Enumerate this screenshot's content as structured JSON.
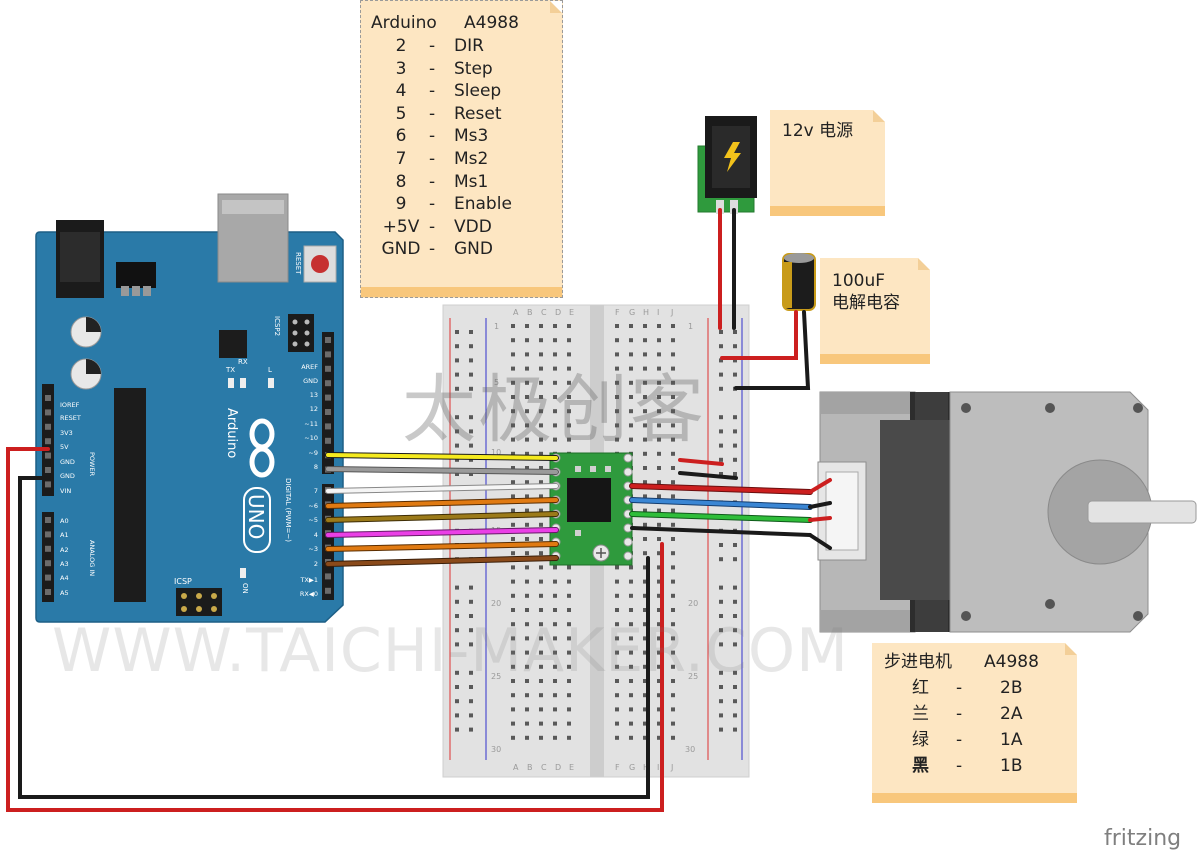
{
  "pin_note": {
    "header": {
      "left": "Arduino",
      "right": "A4988"
    },
    "rows": [
      {
        "arduino": "2",
        "sep": "-",
        "a4988": "DIR"
      },
      {
        "arduino": "3",
        "sep": "-",
        "a4988": "Step"
      },
      {
        "arduino": "4",
        "sep": "-",
        "a4988": "Sleep"
      },
      {
        "arduino": "5",
        "sep": "-",
        "a4988": "Reset"
      },
      {
        "arduino": "6",
        "sep": "-",
        "a4988": "Ms3"
      },
      {
        "arduino": "7",
        "sep": "-",
        "a4988": "Ms2"
      },
      {
        "arduino": "8",
        "sep": "-",
        "a4988": "Ms1"
      },
      {
        "arduino": "9",
        "sep": "-",
        "a4988": "Enable"
      },
      {
        "arduino": "+5V",
        "sep": "-",
        "a4988": "VDD"
      },
      {
        "arduino": "GND",
        "sep": "-",
        "a4988": "GND"
      }
    ]
  },
  "power_note": {
    "text": "12v 电源"
  },
  "cap_note": {
    "line1": "100uF",
    "line2": "电解电容"
  },
  "motor_note": {
    "header": {
      "left": "步进电机",
      "right": "A4988"
    },
    "rows": [
      {
        "color": "红",
        "sep": "-",
        "pin": "2B"
      },
      {
        "color": "兰",
        "sep": "-",
        "pin": "2A"
      },
      {
        "color": "绿",
        "sep": "-",
        "pin": "1A"
      },
      {
        "color": "黑",
        "sep": "-",
        "pin": "1B"
      }
    ]
  },
  "arduino": {
    "brand": "Arduino",
    "model": "UNO",
    "reset_label": "RESET",
    "icsp2_label": "ICSP2",
    "icsp_label": "ICSP",
    "tx_label": "TX",
    "rx_label": "RX",
    "l_label": "L",
    "on_label": "ON",
    "power_label": "POWER",
    "analog_label": "ANALOG IN",
    "digital_label": "DIGITAL (PWM=~)",
    "power_pins": [
      "IOREF",
      "RESET",
      "3V3",
      "5V",
      "GND",
      "GND",
      "VIN"
    ],
    "analog_pins": [
      "A0",
      "A1",
      "A2",
      "A3",
      "A4",
      "A5"
    ],
    "top_pins": [
      "AREF",
      "GND",
      "13",
      "12",
      "~11",
      "~10",
      "~9",
      "8"
    ],
    "bottom_pins": [
      "7",
      "~6",
      "~5",
      "4",
      "~3",
      "2",
      "TX▶1",
      "RX◀0"
    ]
  },
  "breadboard": {
    "columns": [
      "A",
      "B",
      "C",
      "D",
      "E",
      "F",
      "G",
      "H",
      "I",
      "J"
    ],
    "row_numbers": [
      "1",
      "5",
      "10",
      "15",
      "20",
      "25",
      "30"
    ]
  },
  "watermarks": {
    "cn": "太极创客",
    "en": "WWW.TAICHI-MAKER.COM"
  },
  "footer": {
    "fritzing": "fritzing"
  },
  "colors": {
    "board": "#2a7aa8",
    "note_bg": "#fde6c2",
    "note_strip": "#f8c77c",
    "driver_pcb": "#2f9a3d",
    "wire_red": "#cc1f1f",
    "wire_black": "#1a1a1a"
  }
}
